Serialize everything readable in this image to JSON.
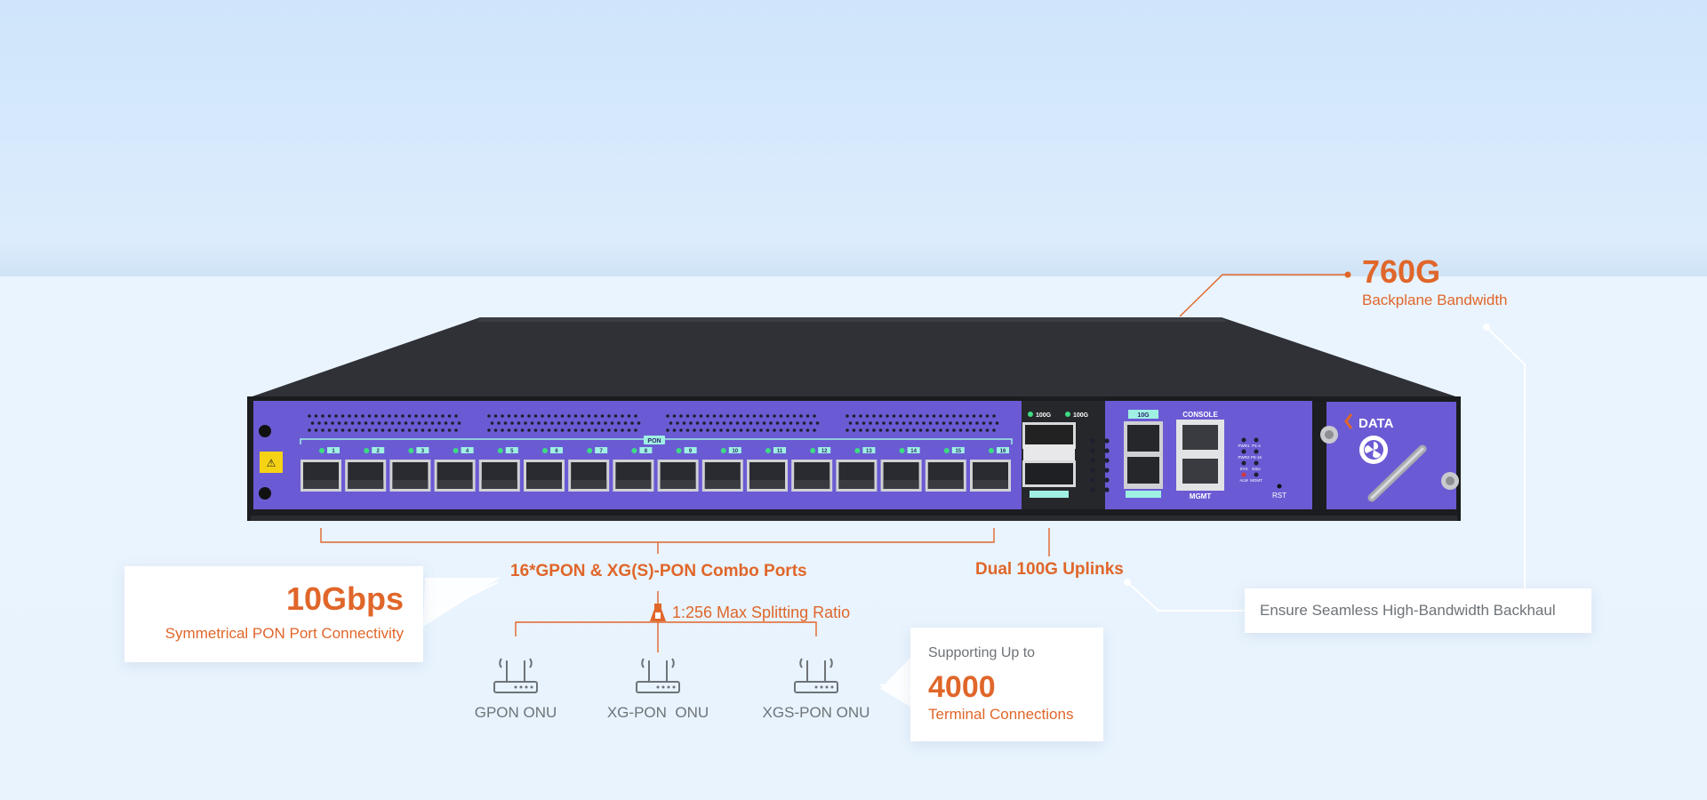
{
  "brand": {
    "logo_text": "DATA",
    "logo_prefix": "C"
  },
  "device": {
    "pon_label": "PON",
    "pon_port_numbers": [
      "1",
      "2",
      "3",
      "4",
      "5",
      "6",
      "7",
      "8",
      "9",
      "10",
      "11",
      "12",
      "13",
      "14",
      "15",
      "16"
    ],
    "uplink_label_a": "100G",
    "uplink_label_b": "100G",
    "port_10g_label": "10G",
    "console_label": "CONSOLE",
    "mgmt_label": "MGMT",
    "rst_label": "RST",
    "led_labels": [
      "PWR1",
      "P1-4",
      "PWR2",
      "P5-16",
      "SYS",
      "ESU",
      "ALM",
      "MGMT"
    ],
    "colors": {
      "panel": "#6a5bd4",
      "chassis": "#2e3136",
      "port_led": "#3ddc84"
    }
  },
  "callouts": {
    "backplane": {
      "value": "760G",
      "caption": "Backplane Bandwidth"
    },
    "pon_ports": {
      "label": "16*GPON & XG(S)-PON Combo Ports"
    },
    "uplinks": {
      "label": "Dual 100G Uplinks"
    },
    "backhaul": {
      "label": "Ensure Seamless High-Bandwidth Backhaul"
    },
    "symmetric": {
      "value": "10Gbps",
      "caption": "Symmetrical PON Port Connectivity"
    },
    "splitting": {
      "label": "1:256 Max Splitting Ratio"
    },
    "terminals": {
      "pre": "Supporting Up to",
      "value": "4000",
      "caption": "Terminal Connections"
    }
  },
  "onus": [
    {
      "label": "GPON ONU"
    },
    {
      "label": "XG-PON  ONU"
    },
    {
      "label": "XGS-PON ONU"
    }
  ],
  "accent_color": "#e0662a"
}
